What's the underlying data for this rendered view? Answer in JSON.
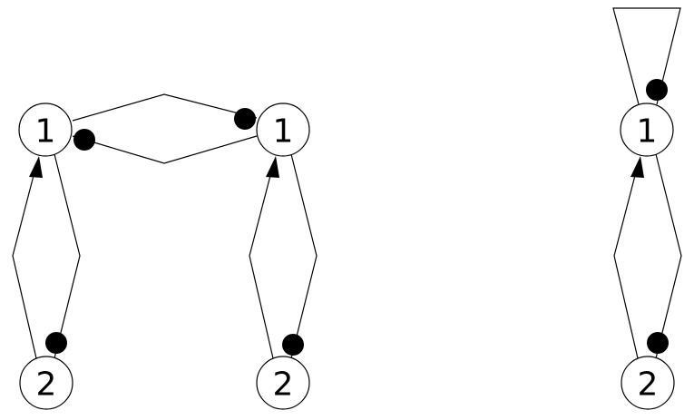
{
  "colors": {
    "stroke": "#000000",
    "node_fill": "#ffffff",
    "background": "#ffffff"
  },
  "diagram": {
    "nodes": [
      {
        "id": "left-top",
        "label": "1"
      },
      {
        "id": "left-bottom",
        "label": "2"
      },
      {
        "id": "middle-top",
        "label": "1"
      },
      {
        "id": "middle-bottom",
        "label": "2"
      },
      {
        "id": "right-top",
        "label": "1"
      },
      {
        "id": "right-bottom",
        "label": "2"
      }
    ],
    "edges": [
      {
        "id": "edge-left-loop",
        "from": "left-bottom",
        "to": "left-top",
        "marker": "arrow"
      },
      {
        "id": "edge-left-loop-return",
        "from": "left-top",
        "to": "left-bottom",
        "marker": "dot"
      },
      {
        "id": "edge-middle-loop",
        "from": "middle-bottom",
        "to": "middle-top",
        "marker": "arrow"
      },
      {
        "id": "edge-middle-loop-return",
        "from": "middle-top",
        "to": "middle-bottom",
        "marker": "dot"
      },
      {
        "id": "edge-top-link-upper",
        "from": "left-top",
        "to": "middle-top",
        "marker": "dot"
      },
      {
        "id": "edge-top-link-lower",
        "from": "middle-top",
        "to": "left-top",
        "marker": "dot"
      },
      {
        "id": "edge-right-loop",
        "from": "right-bottom",
        "to": "right-top",
        "marker": "arrow"
      },
      {
        "id": "edge-right-loop-return",
        "from": "right-top",
        "to": "right-bottom",
        "marker": "dot"
      },
      {
        "id": "edge-right-self-loop",
        "from": "right-top",
        "to": "right-top",
        "marker": "dot"
      }
    ]
  }
}
